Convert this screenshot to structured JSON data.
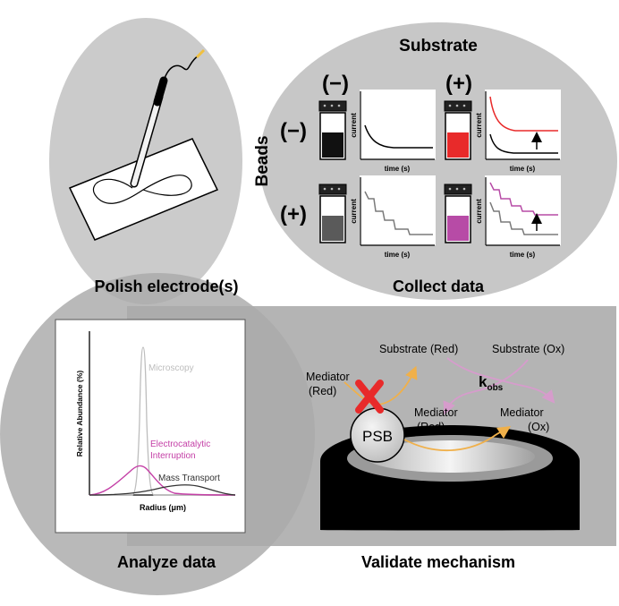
{
  "panels": {
    "polish": {
      "caption": "Polish electrode(s)"
    },
    "collect": {
      "caption": "Collect data",
      "substrate_label": "Substrate",
      "beads_label": "Beads",
      "col_minus": "(−)",
      "col_plus": "(+)",
      "row_minus": "(−)",
      "row_plus": "(+)",
      "axis_y": "current",
      "axis_x": "time (s)"
    },
    "analyze": {
      "caption": "Analyze data",
      "y_label": "Relative Abundance (%)",
      "x_label": "Radius (μm)",
      "curve_labels": {
        "microscopy": "Microscopy",
        "electrocatalytic_1": "Electrocatalytic",
        "electrocatalytic_2": "Interruption",
        "mass_transport": "Mass Transport"
      }
    },
    "validate": {
      "caption": "Validate mechanism",
      "substrate_red": "Substrate (Red)",
      "substrate_ox": "Substrate (Ox)",
      "mediator_red_1": "Mediator",
      "mediator_red_1b": "(Red)",
      "mediator_red_2": "Mediator",
      "mediator_red_2b": "(Red)",
      "mediator_ox": "Mediator",
      "mediator_ox_b": "(Ox)",
      "k": "k",
      "k_sub": "obs",
      "bead": "PSB"
    }
  },
  "colors": {
    "ellipse": "#c7c7c7",
    "validate_bg": "#b4b4b4",
    "magenta": "#c43fa6",
    "red": "#e82a2a",
    "orange_arrow": "#f0b04a",
    "pink_arrow": "#d69ccc",
    "gray_curve": "#bdbdbd"
  }
}
